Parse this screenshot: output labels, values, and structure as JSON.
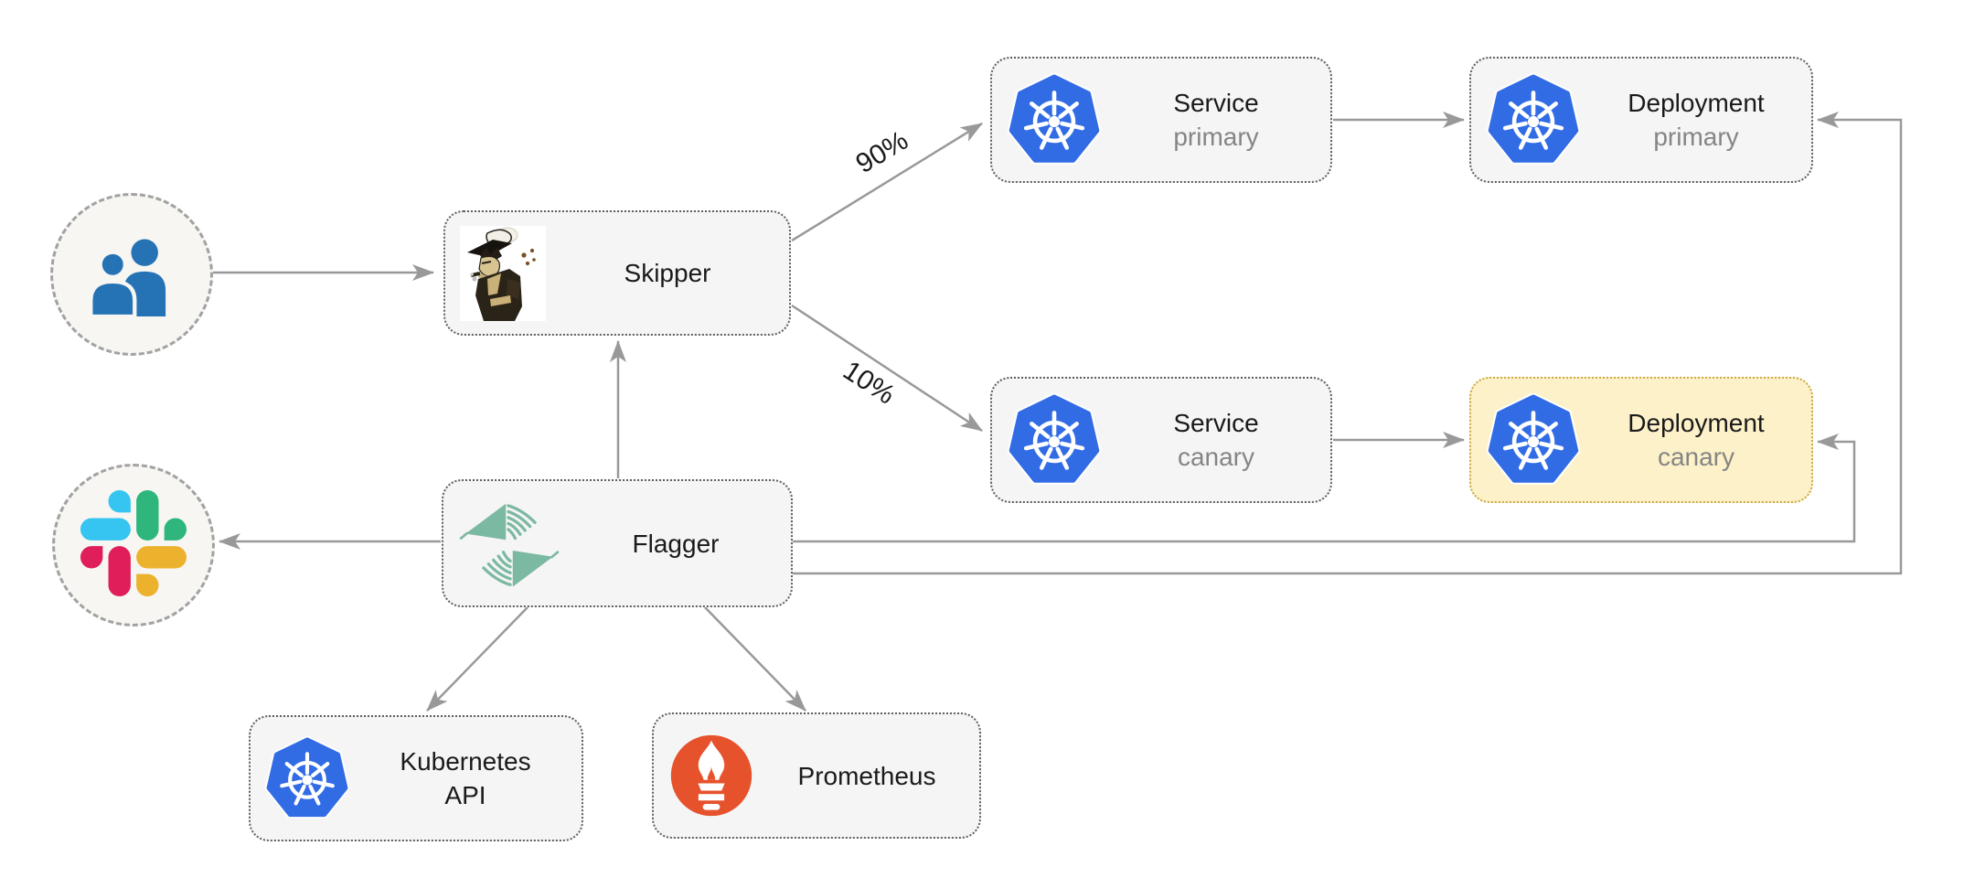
{
  "nodes": {
    "users": {
      "icon": "users-icon"
    },
    "skipper": {
      "label": "Skipper",
      "icon": "skipper-icon"
    },
    "service_primary": {
      "label": "Service",
      "sublabel": "primary",
      "icon": "kubernetes-icon"
    },
    "deployment_primary": {
      "label": "Deployment",
      "sublabel": "primary",
      "icon": "kubernetes-icon"
    },
    "service_canary": {
      "label": "Service",
      "sublabel": "canary",
      "icon": "kubernetes-icon"
    },
    "deployment_canary": {
      "label": "Deployment",
      "sublabel": "canary",
      "icon": "kubernetes-icon",
      "highlighted": true
    },
    "flagger": {
      "label": "Flagger",
      "icon": "flagger-icon"
    },
    "slack": {
      "icon": "slack-icon"
    },
    "kubernetes_api": {
      "label_line1": "Kubernetes",
      "label_line2": "API",
      "icon": "kubernetes-icon"
    },
    "prometheus": {
      "label": "Prometheus",
      "icon": "prometheus-icon"
    }
  },
  "edges": {
    "traffic_to_primary": {
      "label": "90%"
    },
    "traffic_to_canary": {
      "label": "10%"
    }
  },
  "colors": {
    "kubernetes-blue": "#326CE5",
    "prometheus-orange": "#E6522C",
    "flagger-teal": "#7CB9A2",
    "users-blue": "#2573B5",
    "slack-blue": "#36C5F0",
    "slack-green": "#2EB67D",
    "slack-red": "#E01E5A",
    "slack-yellow": "#ECB22E",
    "node-fill": "#F5F5F5",
    "node-border": "#5F5F5F",
    "canary-fill": "#FDF1C9",
    "canary-border": "#C9A948",
    "circle-fill": "#F7F6F2",
    "edge-gray": "#999999",
    "label-dark": "#1A1A1A",
    "sublabel-gray": "#858585"
  }
}
